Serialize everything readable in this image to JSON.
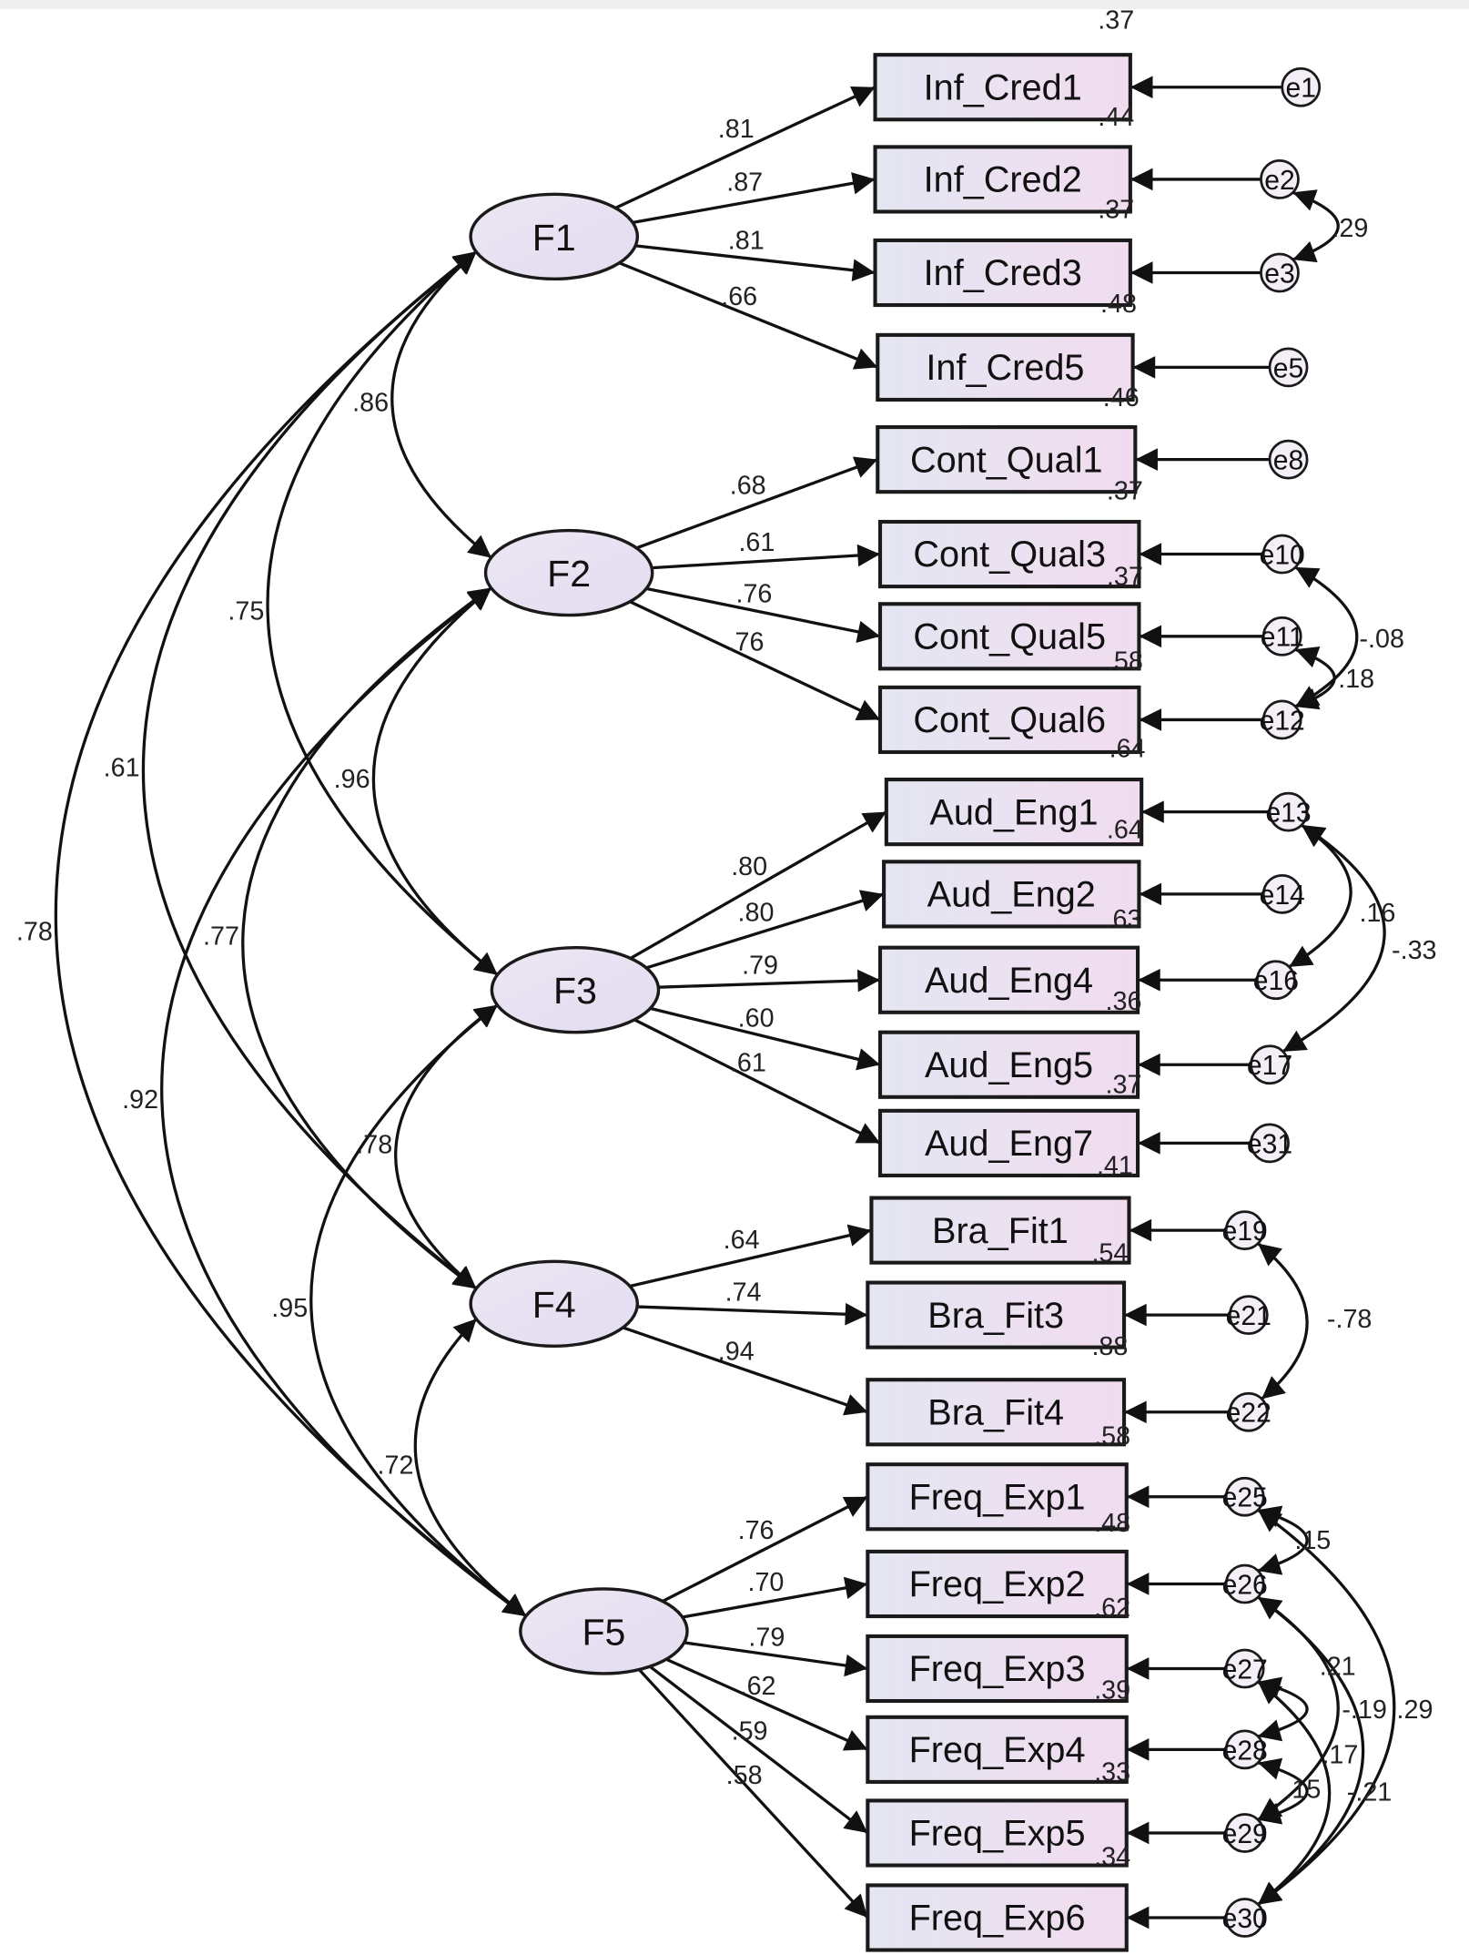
{
  "diagram": {
    "colors": {
      "box_fill_left": "#e4e6f2",
      "box_fill_right": "#f1dcf0",
      "latent_fill": "#e9e2f2",
      "stroke": "#111111"
    },
    "factors": [
      {
        "id": "F1",
        "label": "F1"
      },
      {
        "id": "F2",
        "label": "F2"
      },
      {
        "id": "F3",
        "label": "F3"
      },
      {
        "id": "F4",
        "label": "F4"
      },
      {
        "id": "F5",
        "label": "F5"
      }
    ],
    "indicators": [
      {
        "label": "Inf_Cred1",
        "factor": "F1",
        "loading": ".81",
        "r2": ".37",
        "error": "e1"
      },
      {
        "label": "Inf_Cred2",
        "factor": "F1",
        "loading": ".87",
        "r2": ".44",
        "error": "e2"
      },
      {
        "label": "Inf_Cred3",
        "factor": "F1",
        "loading": ".81",
        "r2": ".37",
        "error": "e3"
      },
      {
        "label": "Inf_Cred5",
        "factor": "F1",
        "loading": ".66",
        "r2": ".48",
        "error": "e5"
      },
      {
        "label": "Cont_Qual1",
        "factor": "F2",
        "loading": ".68",
        "r2": ".46",
        "error": "e8"
      },
      {
        "label": "Cont_Qual3",
        "factor": "F2",
        "loading": ".61",
        "r2": ".37",
        "error": "e10"
      },
      {
        "label": "Cont_Qual5",
        "factor": "F2",
        "loading": ".76",
        "r2": ".37",
        "error": "e11"
      },
      {
        "label": "Cont_Qual6",
        "factor": "F2",
        "loading": ".76",
        "r2": ".58",
        "error": "e12"
      },
      {
        "label": "Aud_Eng1",
        "factor": "F3",
        "loading": ".80",
        "r2": ".64",
        "error": "e13"
      },
      {
        "label": "Aud_Eng2",
        "factor": "F3",
        "loading": ".80",
        "r2": ".64",
        "error": "e14"
      },
      {
        "label": "Aud_Eng4",
        "factor": "F3",
        "loading": ".79",
        "r2": ".63",
        "error": "e16"
      },
      {
        "label": "Aud_Eng5",
        "factor": "F3",
        "loading": ".60",
        "r2": ".36",
        "error": "e17"
      },
      {
        "label": "Aud_Eng7",
        "factor": "F3",
        "loading": ".61",
        "r2": ".37",
        "error": "e31"
      },
      {
        "label": "Bra_Fit1",
        "factor": "F4",
        "loading": ".64",
        "r2": ".41",
        "error": "e19"
      },
      {
        "label": "Bra_Fit3",
        "factor": "F4",
        "loading": ".74",
        "r2": ".54",
        "error": "e21"
      },
      {
        "label": "Bra_Fit4",
        "factor": "F4",
        "loading": ".94",
        "r2": ".88",
        "error": "e22"
      },
      {
        "label": "Freq_Exp1",
        "factor": "F5",
        "loading": ".76",
        "r2": ".58",
        "error": "e25"
      },
      {
        "label": "Freq_Exp2",
        "factor": "F5",
        "loading": ".70",
        "r2": ".48",
        "error": "e26"
      },
      {
        "label": "Freq_Exp3",
        "factor": "F5",
        "loading": ".79",
        "r2": ".62",
        "error": "e27"
      },
      {
        "label": "Freq_Exp4",
        "factor": "F5",
        "loading": ".62",
        "r2": ".39",
        "error": "e28"
      },
      {
        "label": "Freq_Exp5",
        "factor": "F5",
        "loading": ".59",
        "r2": ".33",
        "error": "e29"
      },
      {
        "label": "Freq_Exp6",
        "factor": "F5",
        "loading": ".58",
        "r2": ".34",
        "error": "e30"
      }
    ],
    "factor_correlations": [
      {
        "from": "F1",
        "to": "F2",
        "value": ".86"
      },
      {
        "from": "F1",
        "to": "F3",
        "value": ".75"
      },
      {
        "from": "F1",
        "to": "F4",
        "value": ".61"
      },
      {
        "from": "F1",
        "to": "F5",
        "value": ".78"
      },
      {
        "from": "F2",
        "to": "F3",
        "value": ".96"
      },
      {
        "from": "F2",
        "to": "F4",
        "value": ".77"
      },
      {
        "from": "F2",
        "to": "F5",
        "value": ".92"
      },
      {
        "from": "F3",
        "to": "F4",
        "value": ".78"
      },
      {
        "from": "F3",
        "to": "F5",
        "value": ".95"
      },
      {
        "from": "F4",
        "to": "F5",
        "value": ".72"
      }
    ],
    "error_covariances": [
      {
        "from": "e2",
        "to": "e3",
        "value": ".29"
      },
      {
        "from": "e10",
        "to": "e12",
        "value": "-.08"
      },
      {
        "from": "e11",
        "to": "e12",
        "value": ".18"
      },
      {
        "from": "e13",
        "to": "e16",
        "value": ".16"
      },
      {
        "from": "e13",
        "to": "e17",
        "value": "-.33"
      },
      {
        "from": "e19",
        "to": "e22",
        "value": "-.78"
      },
      {
        "from": "e25",
        "to": "e26",
        "value": ".15"
      },
      {
        "from": "e26",
        "to": "e29",
        "value": ".21"
      },
      {
        "from": "e26",
        "to": "e30",
        "value": "-.19"
      },
      {
        "from": "e25",
        "to": "e30",
        "value": ".29"
      },
      {
        "from": "e27",
        "to": "e28",
        "value": ".17"
      },
      {
        "from": "e28",
        "to": "e29",
        "value": ".15"
      },
      {
        "from": "e27",
        "to": "e30",
        "value": "-.21"
      }
    ]
  }
}
